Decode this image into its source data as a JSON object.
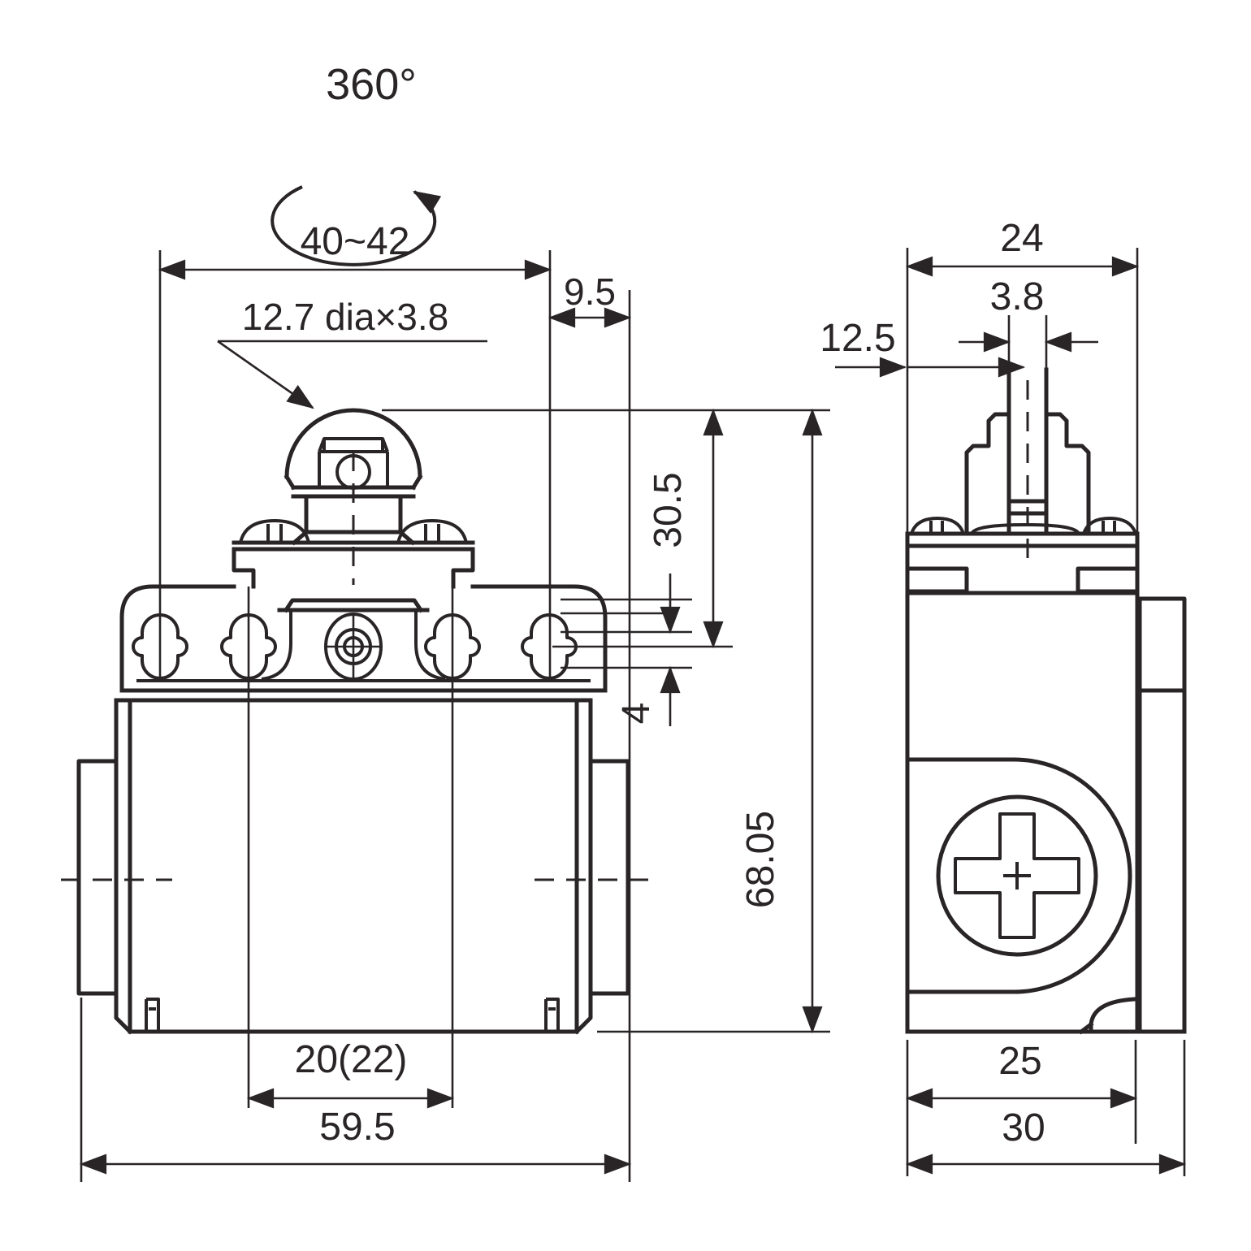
{
  "drawing": {
    "background": "#ffffff",
    "line_color": "#292425",
    "rotation_symbol": {
      "label": "360°"
    },
    "front_view": {
      "dimensions": {
        "head_mount_width": "40~42",
        "plunger_tip": "12.7 dia×3.8",
        "head_side_offset": "9.5",
        "tip_to_mount_holes": "30.5",
        "mount_slot_height": "4",
        "overall_height": "68.05",
        "mount_hole_spacing": "20(22)",
        "overall_width": "59.5"
      }
    },
    "side_view": {
      "dimensions": {
        "head_width": "24",
        "plunger_pin_width": "3.8",
        "edge_to_pin_center": "12.5",
        "body_depth": "25",
        "overall_depth": "30"
      }
    }
  }
}
